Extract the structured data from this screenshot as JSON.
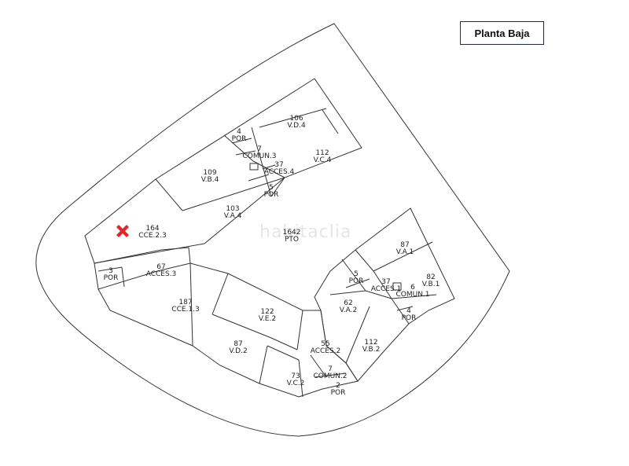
{
  "title": "Planta Baja",
  "watermark": "habitaclia",
  "marker_color": "#e32626",
  "rooms": [
    {
      "area": "106",
      "name": "V.D.4"
    },
    {
      "area": "4",
      "name": "POR"
    },
    {
      "area": "7",
      "name": "COMUN.3"
    },
    {
      "area": "112",
      "name": "V.C.4"
    },
    {
      "area": "37",
      "name": "ACCES.4"
    },
    {
      "area": "109",
      "name": "V.B.4"
    },
    {
      "area": "5",
      "name": "POR"
    },
    {
      "area": "103",
      "name": "V.A.4"
    },
    {
      "area": "164",
      "name": "CCE.2.3"
    },
    {
      "area": "1642",
      "name": "PTO"
    },
    {
      "area": "87",
      "name": "V.A.1"
    },
    {
      "area": "3",
      "name": "POR"
    },
    {
      "area": "67",
      "name": "ACCES.3"
    },
    {
      "area": "5",
      "name": "POR"
    },
    {
      "area": "37",
      "name": "ACCES.1"
    },
    {
      "area": "82",
      "name": "V.B.1"
    },
    {
      "area": "6",
      "name": "COMUN.1"
    },
    {
      "area": "187",
      "name": "CCE.1.3"
    },
    {
      "area": "62",
      "name": "V.A.2"
    },
    {
      "area": "4",
      "name": "POR"
    },
    {
      "area": "122",
      "name": "V.E.2"
    },
    {
      "area": "112",
      "name": "V.B.2"
    },
    {
      "area": "87",
      "name": "V.D.2"
    },
    {
      "area": "55",
      "name": "ACCES.2"
    },
    {
      "area": "73",
      "name": "V.C.2"
    },
    {
      "area": "7",
      "name": "COMUN.2"
    },
    {
      "area": "2",
      "name": "POR"
    }
  ]
}
